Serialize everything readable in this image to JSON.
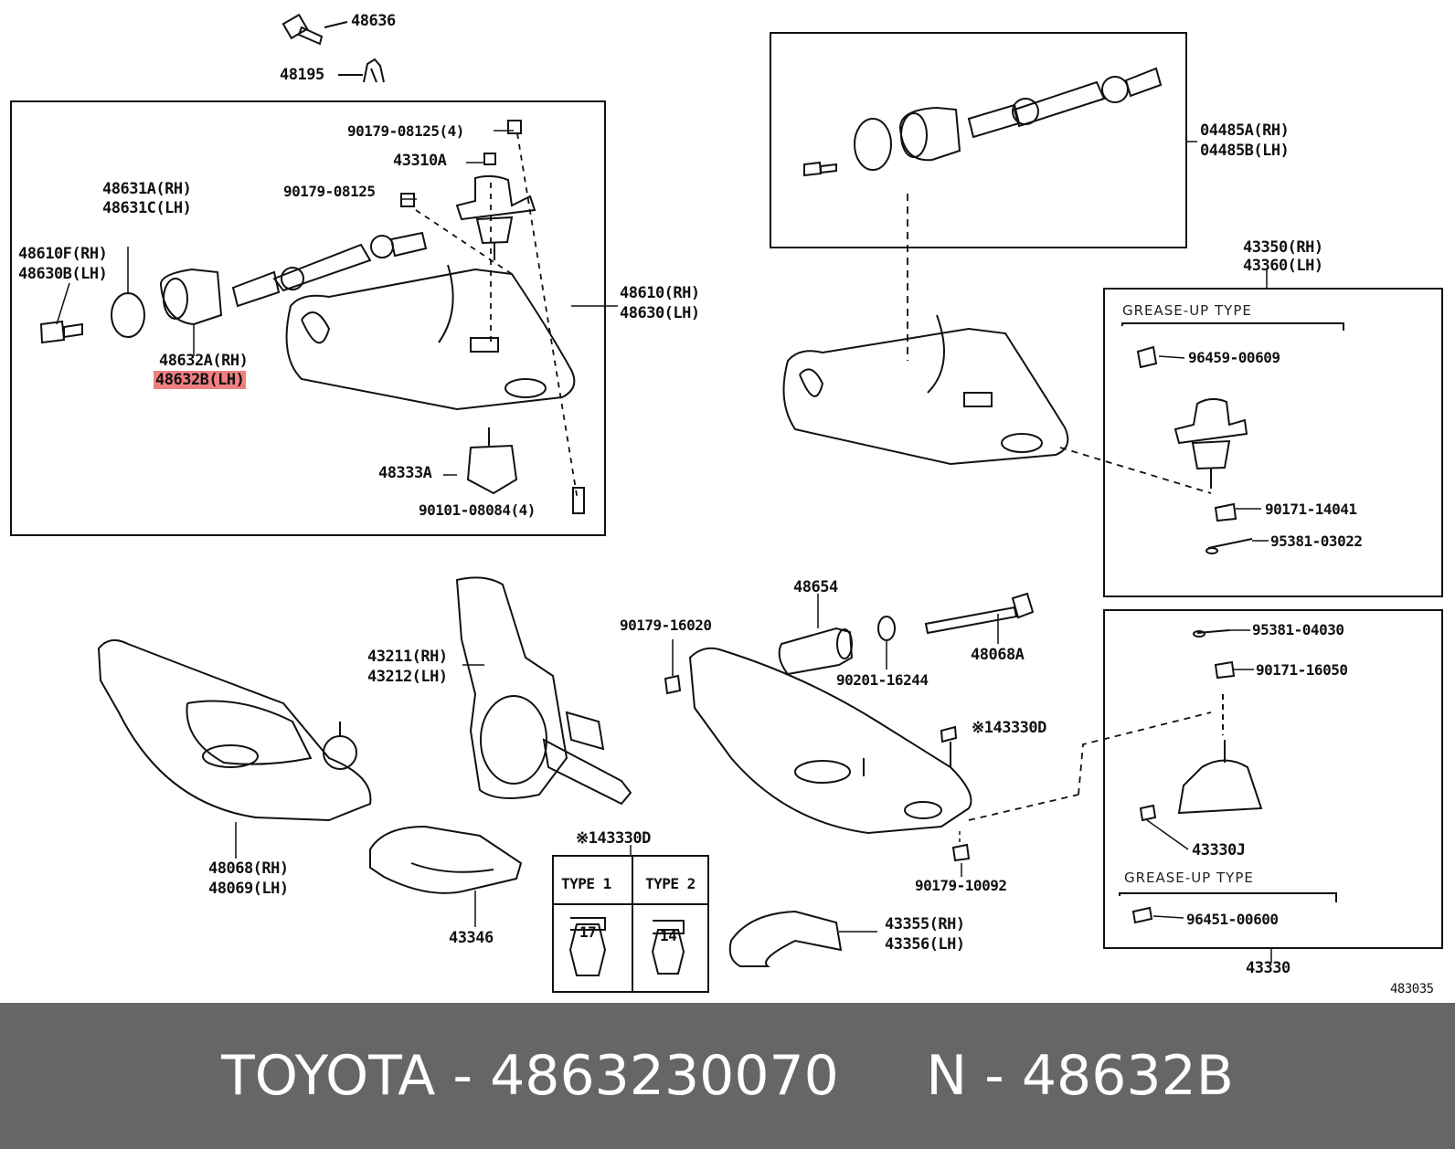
{
  "labels": {
    "p48636": "48636",
    "p48195": "48195",
    "p90179_08125_4": "90179-08125(4)",
    "p43310A": "43310A",
    "p90179_08125": "90179-08125",
    "p48631A": "48631A(RH)",
    "p48631C": "48631C(LH)",
    "p48610F": "48610F(RH)",
    "p48630B": "48630B(LH)",
    "p48632A": "48632A(RH)",
    "p48632B": "48632B(LH)",
    "p48610": "48610(RH)",
    "p48630": "48630(LH)",
    "p48333A": "48333A",
    "p90101": "90101-08084(4)",
    "p04485A": "04485A(RH)",
    "p04485B": "04485B(LH)",
    "p43350": "43350(RH)",
    "p43360": "43360(LH)",
    "grease1": "GREASE-UP TYPE",
    "p96459": "96459-00609",
    "p90171_14041": "90171-14041",
    "p95381_03022": "95381-03022",
    "p95381_04030": "95381-04030",
    "p90171_16050": "90171-16050",
    "p43330J": "43330J",
    "grease2": "GREASE-UP TYPE",
    "p96451": "96451-00600",
    "p43330": "43330",
    "p48654": "48654",
    "p90179_16020": "90179-16020",
    "p90201": "90201-16244",
    "p48068A": "48068A",
    "p43330D_a": "※143330D",
    "p90179_10092": "90179-10092",
    "p43211": "43211(RH)",
    "p43212": "43212(LH)",
    "p48068": "48068(RH)",
    "p48069": "48069(LH)",
    "p43346": "43346",
    "p43330D_b": "※143330D",
    "type1": "TYPE 1",
    "type2": "TYPE 2",
    "size17": "17",
    "size14": "14",
    "p43355": "43355(RH)",
    "p43356": "43356(LH)",
    "code": "483035"
  },
  "highlight_color": "#f08080",
  "footer_text": "TOYOTA - 4863230070     N - 48632B"
}
